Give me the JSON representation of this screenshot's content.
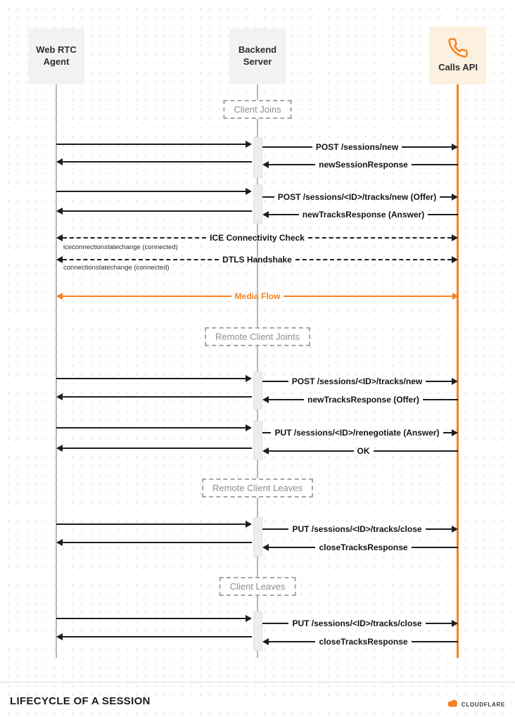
{
  "page": {
    "title": "LIFECYCLE OF A SESSION",
    "brand": "CLOUDFLARE"
  },
  "actors": [
    {
      "label": "Web RTC Agent"
    },
    {
      "label": "Backend Server"
    },
    {
      "label": "Calls API"
    }
  ],
  "sections": [
    {
      "label": "Client Joins"
    },
    {
      "label": "Remote Client Joints"
    },
    {
      "label": "Remote Client Leaves"
    },
    {
      "label": "Client Leaves"
    }
  ],
  "messages": [
    {
      "label": "POST /sessions/new"
    },
    {
      "label": "newSessionResponse"
    },
    {
      "label": "POST /sessions/<ID>/tracks/new (Offer)"
    },
    {
      "label": "newTracksResponse (Answer)"
    },
    {
      "label": "ICE Connectivity Check"
    },
    {
      "label": "DTLS Handshake"
    },
    {
      "label": "Media Flow"
    },
    {
      "label": "POST /sessions/<ID>/tracks/new"
    },
    {
      "label": "newTracksResponse (Offer)"
    },
    {
      "label": "PUT /sessions/<ID>/renegotiate (Answer)"
    },
    {
      "label": "OK"
    },
    {
      "label": "PUT /sessions/<ID>/tracks/close"
    },
    {
      "label": "closeTracksResponse"
    },
    {
      "label": "PUT /sessions/<ID>/tracks/close"
    },
    {
      "label": "closeTracksResponse"
    }
  ],
  "annotations": [
    {
      "label": "iceconnectionstatechange (connected)"
    },
    {
      "label": "connectionstatechange (connected)"
    }
  ],
  "colors": {
    "accent": "#f6821f",
    "arrow": "#1d1d1d",
    "lifeline": "#b7b7b7",
    "actor_bg": "#f3f3f3",
    "calls_bg": "#fcf0e0",
    "section_text": "#8e8e8e"
  }
}
